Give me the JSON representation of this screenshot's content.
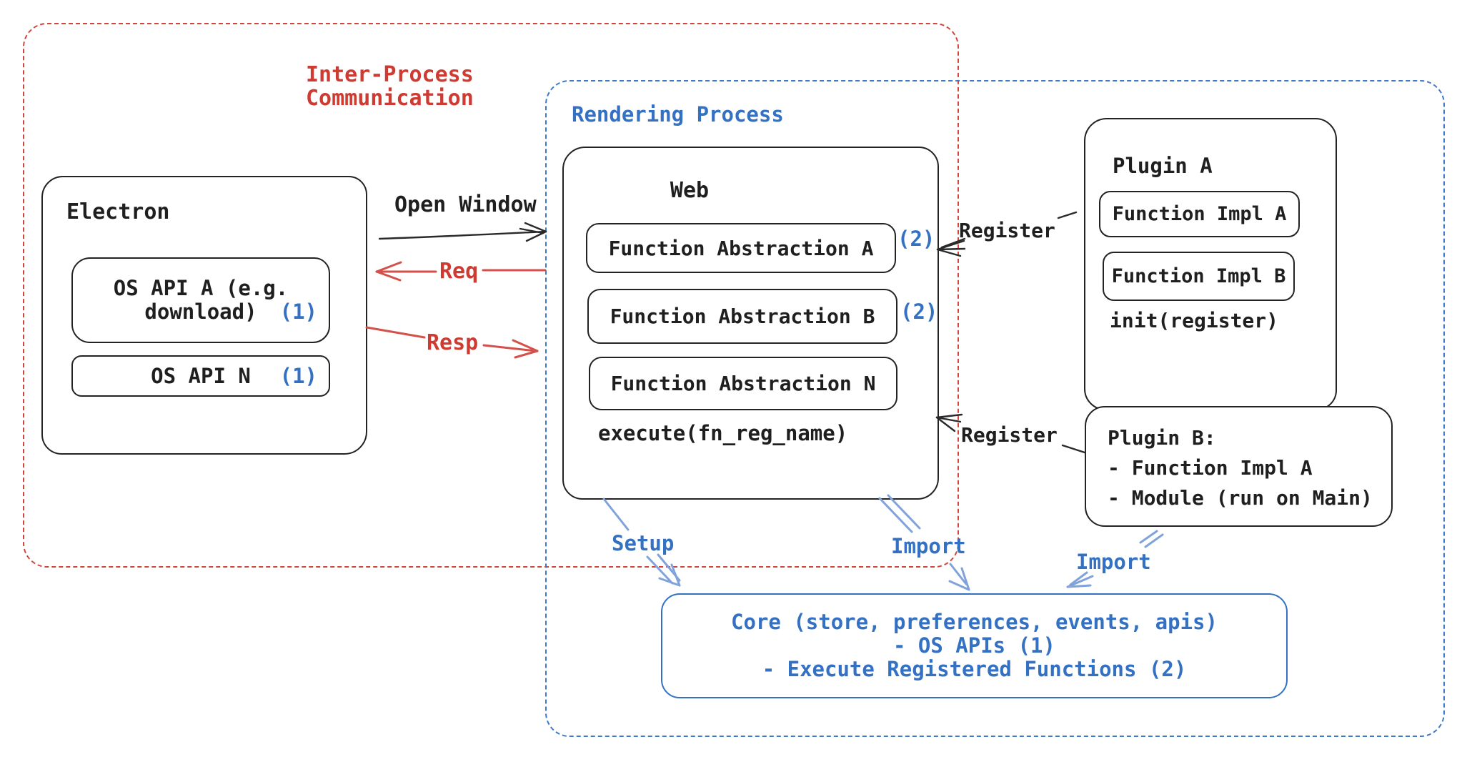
{
  "colors": {
    "black": "#1f1f1f",
    "red": "#cd3b32",
    "blue": "#3471c3",
    "arrow_blue": "#7fa3da"
  },
  "ipc": {
    "line1": "Inter-Process",
    "line2": "Communication"
  },
  "rendering": {
    "label": "Rendering Process"
  },
  "electron": {
    "title": "Electron",
    "api_a_line1": "OS API A (e.g.",
    "api_a_line2": "download)",
    "api_a_num": "(1)",
    "api_n_label": "OS API N",
    "api_n_num": "(1)"
  },
  "web": {
    "title": "Web",
    "fa_a": "Function Abstraction A",
    "fa_a_num": "(2)",
    "fa_b": "Function Abstraction B",
    "fa_b_num": "(2)",
    "fa_n": "Function Abstraction N",
    "execute": "execute(fn_reg_name)"
  },
  "plugin_a": {
    "title": "Plugin A",
    "impl_a": "Function Impl A",
    "impl_b": "Function Impl B",
    "init": "init(register)"
  },
  "plugin_b": {
    "line1": "Plugin B:",
    "line2": "- Function Impl A",
    "line3": "- Module (run on Main)"
  },
  "core": {
    "line1": "Core (store, preferences, events, apis)",
    "line2": "- OS APIs (1)",
    "line3": "- Execute Registered Functions (2)"
  },
  "arrows": {
    "open_window": "Open Window",
    "req": "Req",
    "resp": "Resp",
    "register1": "Register",
    "register2": "Register",
    "setup": "Setup",
    "import1": "Import",
    "import2": "Import"
  }
}
